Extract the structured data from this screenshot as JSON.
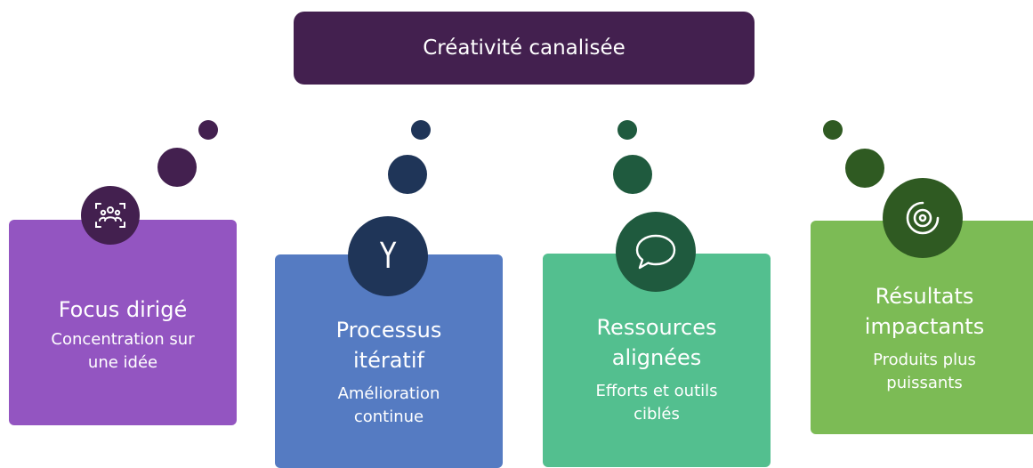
{
  "banner": {
    "title": "Créativité canalisée"
  },
  "colors": {
    "purple_dark": "#43204f",
    "navy": "#1f3558",
    "green_dark": "#1f5a3e",
    "olive_dark": "#2f5a22",
    "card_purple": "#9355c1",
    "card_blue": "#557bc2",
    "card_teal": "#53bf8f",
    "card_green": "#7cbb55"
  },
  "cards": [
    {
      "icon": "people-scan-icon",
      "title": "Focus dirigé",
      "description": "Concentration sur une idée"
    },
    {
      "icon": "y-letter-icon",
      "title": "Processus itératif",
      "description": "Amélioration continue"
    },
    {
      "icon": "speech-bubble-icon",
      "title": "Ressources alignées",
      "description": "Efforts et outils ciblés"
    },
    {
      "icon": "target-icon",
      "title": "Résultats impactants",
      "description": "Produits plus puissants"
    }
  ]
}
